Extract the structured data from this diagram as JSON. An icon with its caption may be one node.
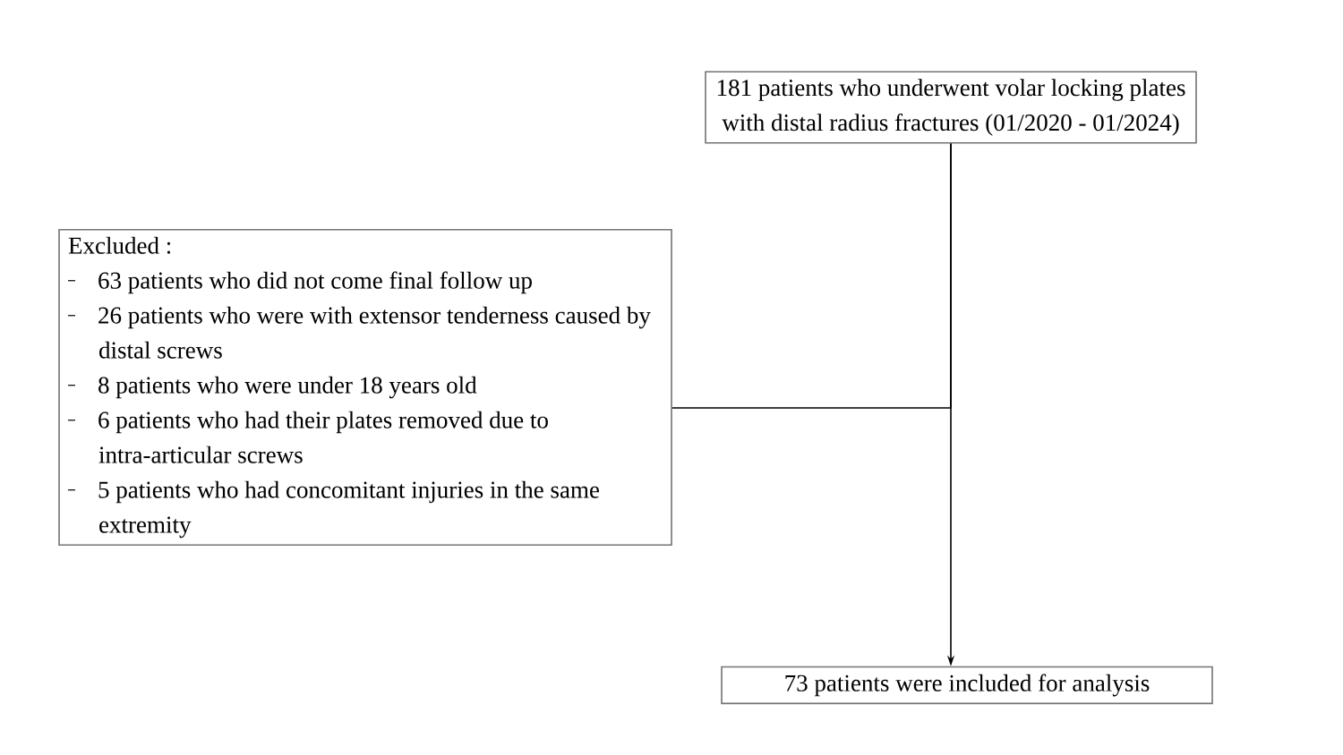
{
  "diagram": {
    "nodes": [
      {
        "text": [
          "181 patients who underwent volar locking plates with distal radius fractures (01/2020 - 01/2024)"
        ]
      },
      {
        "text": [
          "Excluded :",
          "63 patients who did not come final follow up",
          "26 patients who were with extensor tenderness caused by distal screws",
          "8 patients who were under 18 years old",
          "6 patients who had their plates removed due to intra-articular screws",
          "5 patients who had concomitant injuries in the same extremity"
        ]
      },
      {
        "text": [
          "73 patients were included for analysis"
        ]
      }
    ],
    "edges": [
      {
        "from": 0,
        "to": 2,
        "arrow": "to"
      },
      {
        "from": 0,
        "to": 1,
        "arrow": "none"
      }
    ]
  }
}
